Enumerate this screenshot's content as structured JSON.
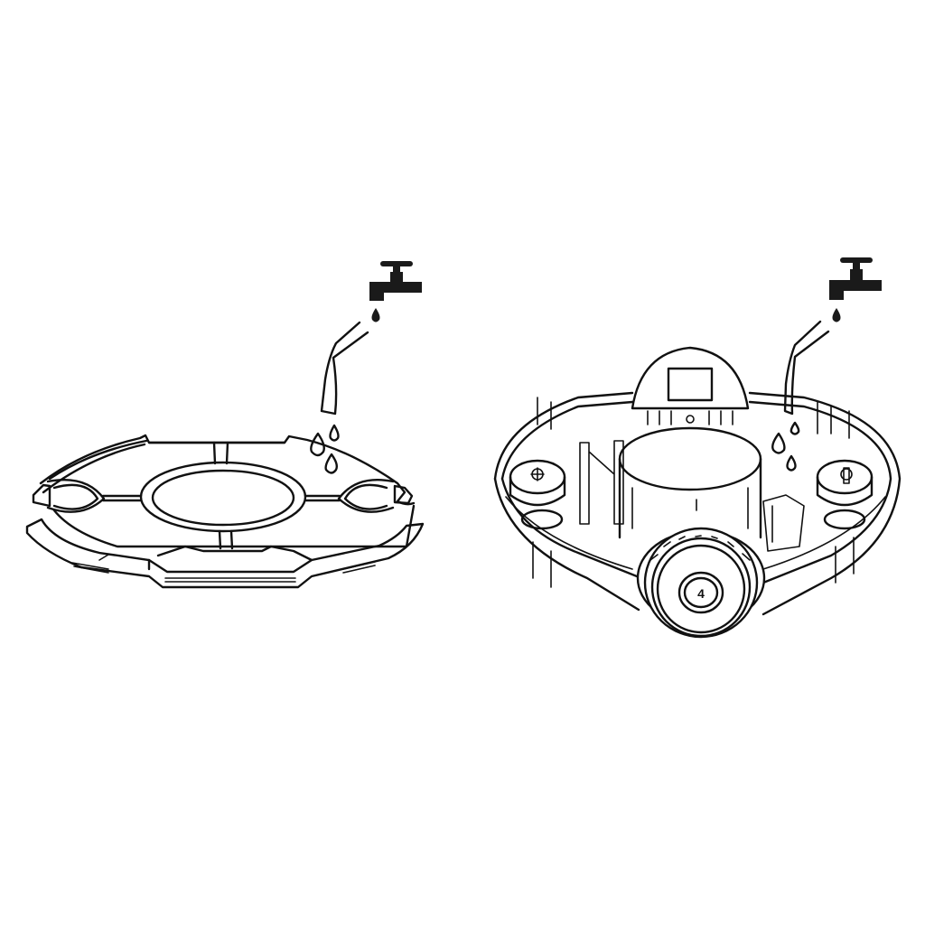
{
  "figure": {
    "type": "instruction-illustration",
    "background": "#ffffff",
    "line_color": "#111111",
    "panels": [
      {
        "id": "left",
        "subject": "filter-tray-top-plate",
        "action": "rinse-under-tap",
        "icons": [
          "faucet-icon",
          "water-stream-icon",
          "water-drop-icon"
        ]
      },
      {
        "id": "right",
        "subject": "pump-base-housing",
        "action": "rinse-under-tap",
        "icons": [
          "faucet-icon",
          "water-stream-icon",
          "water-drop-icon"
        ],
        "impeller_cap_marking": "4"
      }
    ]
  }
}
